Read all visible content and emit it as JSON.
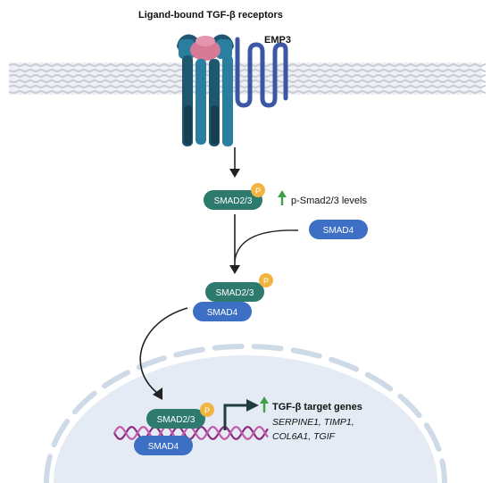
{
  "labels": {
    "receptors": "Ligand-bound TGF-β receptors",
    "emp3": "EMP3",
    "p_badge": "P",
    "smad23": "SMAD2/3",
    "smad4": "SMAD4",
    "psmad_levels": "p-Smad2/3 levels",
    "target_genes_title": "TGF-β target genes",
    "genes_line1": "SERPINE1, TIMP1,",
    "genes_line2": "COL6A1, TGIF"
  },
  "colors": {
    "membrane_line": "#c9ccd6",
    "receptor_dark": "#1f5670",
    "receptor_light": "#2a7fa0",
    "ligand": "#d67a95",
    "emp3": "#3b57a3",
    "smad23": "#2e7a6e",
    "smad4": "#3d6fc4",
    "phospho": "#f2b441",
    "up_arrow": "#3e9e4a",
    "nucleus_fill": "#e4ebf4",
    "nucleus_dash": "#cfdae8",
    "dna_a": "#8b2a7f",
    "dna_b": "#c15aa8",
    "arrow": "#222222"
  }
}
